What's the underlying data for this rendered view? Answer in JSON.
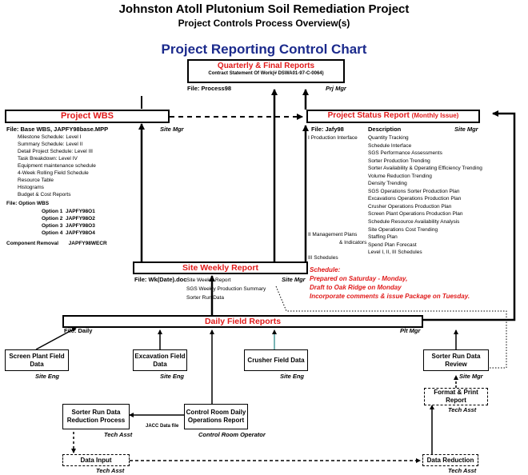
{
  "header": {
    "title": "Johnston Atoll Plutonium Soil Remediation Project",
    "subtitle": "Project Controls Process Overview(s)",
    "chart_title": "Project Reporting Control Chart"
  },
  "quarterly": {
    "title": "Quarterly & Final Reports",
    "contract": "Contract Statement Of Work(# DSWA01-97-C-0064)",
    "file": "File:  Process98",
    "owner": "Prj Mgr"
  },
  "wbs": {
    "title": "Project WBS",
    "file": "File:  Base WBS,       JAPFY98base.MPP",
    "owner": "Site Mgr",
    "items": [
      "Milestone Schedule:  Level I",
      "Summary Schedule:  Level II",
      "Detail Project Schedule:  Level III",
      "Task Breakdown:  Level IV",
      "Equipment maintenance schedule",
      "4-Week Rolling Field Schedule",
      "Resource Table",
      "Histograms",
      "Budget & Cost Reports"
    ],
    "option_header": "File:  Option WBS",
    "options": [
      {
        "label": "Option 1",
        "file": "JAPFY98O1"
      },
      {
        "label": "Option 2",
        "file": "JAPFY98O2"
      },
      {
        "label": "Option 3",
        "file": "JAPFY98O3"
      },
      {
        "label": "Option 4",
        "file": "JAPFY98O4"
      }
    ],
    "component_label": "Component Removal",
    "component_file": "JAPFY98WECR"
  },
  "status": {
    "title": "Project Status Report",
    "title_suffix": "(Monthly Issue)",
    "file": "File:  Jafy98",
    "desc_header": "Description",
    "owner": "Site Mgr",
    "sections": {
      "production": "I  Production Interface",
      "management": "II  Management Plans",
      "indicators": "& Indicators",
      "schedules": "III  Schedules"
    },
    "items": [
      "Quantity Tracking",
      "Schedule Interface",
      "SGS Performance Assessments",
      "Sorter Production Trending",
      "Sorter Availability & Operating Efficiency Trending",
      "Volume Reduction Trending",
      "Density Trending",
      "SGS Operations Sorter Production Plan",
      "Excavations Operations Production Plan",
      "Crusher Operations Production Plan",
      "Screen Plant Operations Production Plan",
      "Schedule Resource Availability Analysis",
      "Site Operations Cost Trending",
      "Staffing Plan",
      "Spend Plan Forecast",
      "Level I, II, III Schedules"
    ]
  },
  "weekly": {
    "title": "Site Weekly Report",
    "file": "File:  Wk(Date).doc",
    "owner": "Site Mgr",
    "items": [
      "Site Weekly Report",
      "SGS Weekly Production Summary",
      "Sorter Run Data"
    ]
  },
  "schedule_note": {
    "title": "Schedule:",
    "lines": [
      "Prepared on Saturday - Monday,",
      "Draft to Oak Ridge on Monday",
      "Incorporate comments & issue Package on Tuesday."
    ]
  },
  "daily": {
    "title": "Daily Field Reports",
    "file": "File:  Daily",
    "owner": "Plt Mgr"
  },
  "field_boxes": {
    "screen": {
      "label": "Screen Plant Field Data",
      "owner": "Site Eng"
    },
    "excavation": {
      "label": "Excavation Field Data",
      "owner": "Site Eng"
    },
    "crusher": {
      "label": "Crusher Field Data",
      "owner": "Site Eng"
    },
    "sorter_review": {
      "label": "Sorter Run Data Review",
      "owner": "Site Mgr"
    },
    "format_print": {
      "label": "Format & Print Report",
      "owner": "Tech Asst"
    },
    "sorter_reduction": {
      "label": "Sorter Run Data Reduction Process",
      "owner": "Tech Asst"
    },
    "control_room": {
      "label": "Control Room Daily Operations Report",
      "owner": "Control Room Operator"
    },
    "jacc": "JACC Data file",
    "data_input": {
      "label": "Data Input",
      "owner": "Tech Asst"
    },
    "data_reduction": {
      "label": "Data Reduction",
      "owner": "Tech Asst"
    }
  }
}
